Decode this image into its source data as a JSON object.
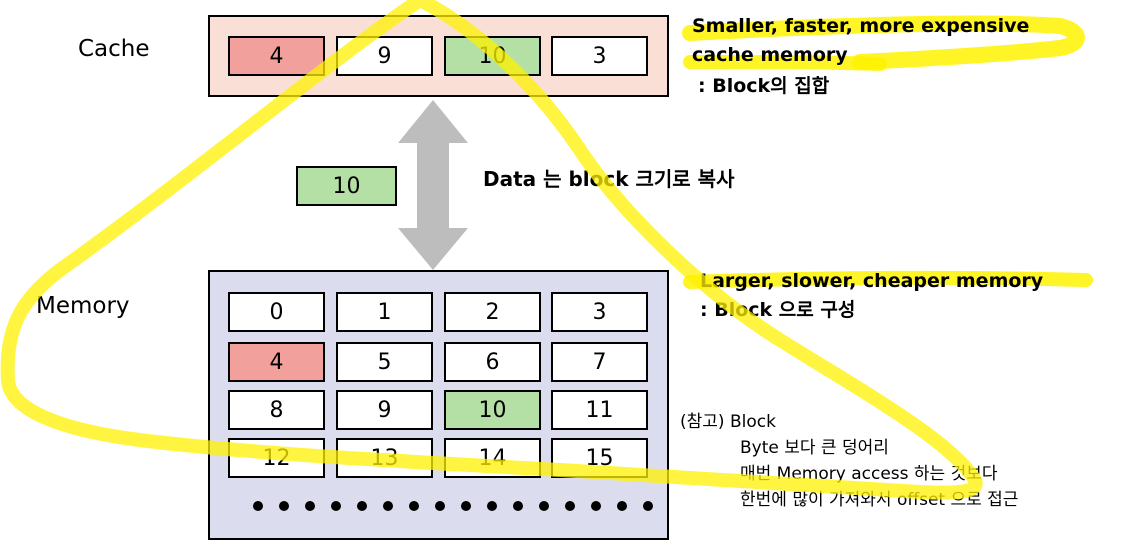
{
  "cache": {
    "label": "Cache",
    "blocks": [
      "4",
      "9",
      "10",
      "3"
    ],
    "description_line1": "Smaller, faster, more expensive",
    "description_line2": "cache memory",
    "description_line3": ": Block의 집합"
  },
  "transfer": {
    "block_value": "10",
    "text": "Data 는 block 크기로 복사"
  },
  "memory": {
    "label": "Memory",
    "rows": [
      [
        "0",
        "1",
        "2",
        "3"
      ],
      [
        "4",
        "5",
        "6",
        "7"
      ],
      [
        "8",
        "9",
        "10",
        "11"
      ],
      [
        "12",
        "13",
        "14",
        "15"
      ]
    ],
    "description_line1": "Larger, slower, cheaper memory",
    "description_line2": ": Block 으로 구성"
  },
  "note": {
    "title": "(참고) Block",
    "line1": "Byte 보다 큰 덩어리",
    "line2": "매번 Memory access 하는 것보다",
    "line3": "한번에 많이 가져와서 offset 으로 접근"
  },
  "colors": {
    "highlight_red": "#f2a09b",
    "highlight_green": "#b4dfa5",
    "cache_bg": "#f9dfd5",
    "memory_bg": "#dcdcef",
    "arrow": "#bdbdbd",
    "marker": "#fff200"
  }
}
